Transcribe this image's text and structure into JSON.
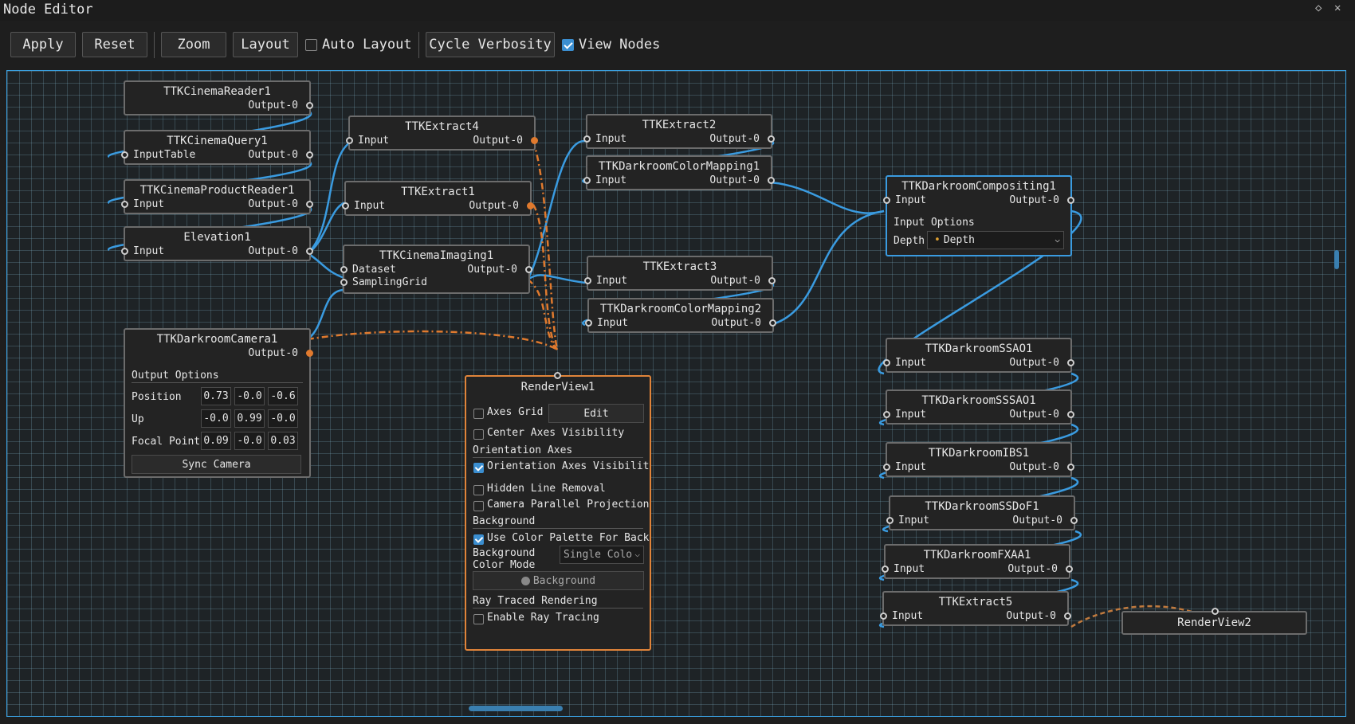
{
  "window": {
    "title": "Node Editor",
    "pin_icon": "◇",
    "close_icon": "✕"
  },
  "toolbar": {
    "apply": "Apply",
    "reset": "Reset",
    "zoom": "Zoom",
    "layout": "Layout",
    "auto_layout": "Auto Layout",
    "auto_layout_checked": false,
    "cycle_verbosity": "Cycle Verbosity",
    "view_nodes": "View Nodes",
    "view_nodes_checked": true
  },
  "colors": {
    "accent": "#3a9be0",
    "wire": "#3a9be0",
    "orange": "#e07a2e",
    "background": "#1e1e1e"
  },
  "nodes": {
    "cinema_reader": {
      "title": "TTKCinemaReader1",
      "output": "Output-0"
    },
    "cinema_query": {
      "title": "TTKCinemaQuery1",
      "input": "InputTable",
      "output": "Output-0"
    },
    "cinema_product_reader": {
      "title": "TTKCinemaProductReader1",
      "input": "Input",
      "output": "Output-0"
    },
    "elevation": {
      "title": "Elevation1",
      "input": "Input",
      "output": "Output-0"
    },
    "extract4": {
      "title": "TTKExtract4",
      "input": "Input",
      "output": "Output-0"
    },
    "extract1": {
      "title": "TTKExtract1",
      "input": "Input",
      "output": "Output-0"
    },
    "cinema_imaging": {
      "title": "TTKCinemaImaging1",
      "input1": "Dataset",
      "input2": "SamplingGrid",
      "output": "Output-0"
    },
    "extract2": {
      "title": "TTKExtract2",
      "input": "Input",
      "output": "Output-0"
    },
    "color_mapping1": {
      "title": "TTKDarkroomColorMapping1",
      "input": "Input",
      "output": "Output-0"
    },
    "extract3": {
      "title": "TTKExtract3",
      "input": "Input",
      "output": "Output-0"
    },
    "color_mapping2": {
      "title": "TTKDarkroomColorMapping2",
      "input": "Input",
      "output": "Output-0"
    },
    "compositing": {
      "title": "TTKDarkroomCompositing1",
      "input": "Input",
      "output": "Output-0",
      "section": "Input Options",
      "depth_label": "Depth",
      "depth_value": "Depth"
    },
    "camera": {
      "title": "TTKDarkroomCamera1",
      "output": "Output-0",
      "section": "Output Options",
      "position_label": "Position",
      "position": [
        "0.73",
        "-0.0",
        "-0.6"
      ],
      "up_label": "Up",
      "up": [
        "-0.0",
        "0.99",
        "-0.0"
      ],
      "focal_label": "Focal Point",
      "focal": [
        "0.09",
        "-0.0",
        "0.03"
      ],
      "sync": "Sync Camera"
    },
    "renderview1": {
      "title": "RenderView1",
      "axes_grid": "Axes Grid",
      "edit": "Edit",
      "center_axes": "Center Axes Visibility",
      "orientation_section": "Orientation Axes",
      "orientation_vis": "Orientation Axes Visibilit",
      "hidden_line": "Hidden Line Removal",
      "camera_parallel": "Camera Parallel Projection",
      "background_section": "Background",
      "use_palette": "Use Color Palette For Back",
      "bg_mode_label1": "Background",
      "bg_mode_label2": "Color Mode",
      "bg_mode_value": "Single Colo",
      "background_btn": "Background",
      "ray_section": "Ray Traced Rendering",
      "enable_ray": "Enable Ray Tracing"
    },
    "ssao": {
      "title": "TTKDarkroomSSAO1",
      "input": "Input",
      "output": "Output-0"
    },
    "sssao": {
      "title": "TTKDarkroomSSSAO1",
      "input": "Input",
      "output": "Output-0"
    },
    "ibs": {
      "title": "TTKDarkroomIBS1",
      "input": "Input",
      "output": "Output-0"
    },
    "ssdof": {
      "title": "TTKDarkroomSSDoF1",
      "input": "Input",
      "output": "Output-0"
    },
    "fxaa": {
      "title": "TTKDarkroomFXAA1",
      "input": "Input",
      "output": "Output-0"
    },
    "extract5": {
      "title": "TTKExtract5",
      "input": "Input",
      "output": "Output-0"
    },
    "renderview2": {
      "title": "RenderView2"
    }
  }
}
